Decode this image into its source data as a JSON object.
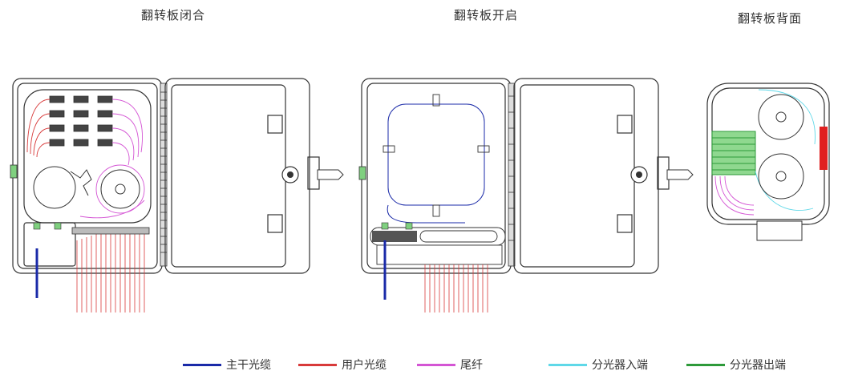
{
  "titles": {
    "panel_closed": "翻转板闭合",
    "panel_open": "翻转板开启",
    "panel_back": "翻转板背面"
  },
  "legend": [
    {
      "label": "主干光缆",
      "color": "#1a2aa8"
    },
    {
      "label": "用户光缆",
      "color": "#d83a3a"
    },
    {
      "label": "尾纤",
      "color": "#d455d4"
    },
    {
      "label": "分光器入端",
      "color": "#5fd8e8"
    },
    {
      "label": "分光器出端",
      "color": "#2e9a3a"
    }
  ]
}
